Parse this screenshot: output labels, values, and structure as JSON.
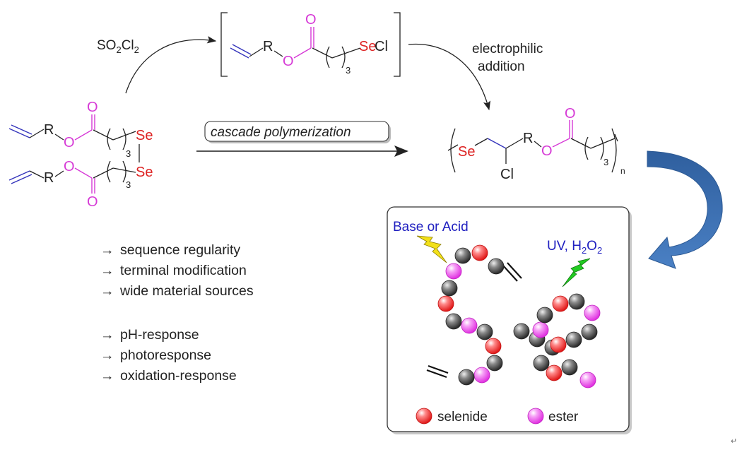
{
  "reagent_label": {
    "main": "SO",
    "sub1": "2",
    "mid": "Cl",
    "sub2": "2"
  },
  "step2_label": [
    "electrophilic",
    "addition"
  ],
  "cascade_label": "cascade polymerization",
  "monomer": {
    "top": {
      "r": "R",
      "o": "O",
      "carbonyl_o": "O",
      "repeat": "3",
      "atom": "Se"
    },
    "bottom": {
      "r": "R",
      "o": "O",
      "carbonyl_o": "O",
      "repeat": "3",
      "atom": "Se"
    }
  },
  "intermediate": {
    "r": "R",
    "o": "O",
    "carbonyl_o": "O",
    "repeat": "3",
    "se": "Se",
    "cl": "Cl"
  },
  "polymer": {
    "se": "Se",
    "cl": "Cl",
    "r": "R",
    "o": "O",
    "carbonyl_o": "O",
    "repeat": "3",
    "n": "n"
  },
  "features": {
    "arrow_glyph": "→",
    "group1": [
      "sequence regularity",
      "terminal modification",
      "wide material sources"
    ],
    "group2": [
      "pH-response",
      "photoresponse",
      "oxidation-response"
    ]
  },
  "inset": {
    "stimulus_left": "Base or Acid",
    "stimulus_right": {
      "main": "UV, H",
      "sub1": "2",
      "mid": "O",
      "sub2": "2"
    },
    "legend": [
      {
        "label": "selenide",
        "color": "#e52222"
      },
      {
        "label": "ester",
        "color": "#e040e0"
      }
    ]
  },
  "colors": {
    "selenide": "#e52222",
    "ester": "#e040e0",
    "backbone": "#555555",
    "vinyl": "#3333bb",
    "se_text": "#dd2222",
    "stimulus_text": "#2020c0",
    "lightning_left": "#f2e01a",
    "lightning_right": "#22cc22",
    "big_arrow": "#3a6eb0"
  },
  "corner_mark": "↵"
}
